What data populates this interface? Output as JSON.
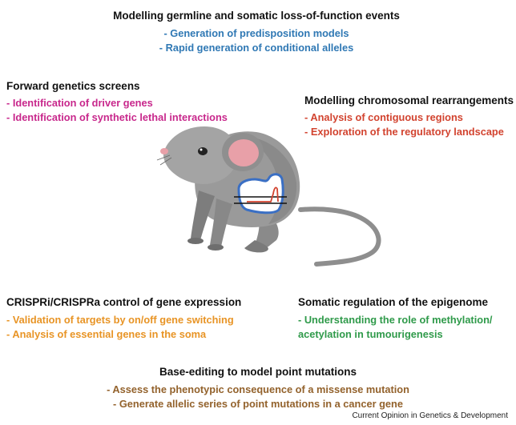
{
  "sections": {
    "germline": {
      "heading": "Modelling germline and somatic loss-of-function events",
      "items": [
        "- Generation of predisposition models",
        "- Rapid generation of conditional alleles"
      ],
      "color": "#2f78b4"
    },
    "forward": {
      "heading": "Forward genetics screens",
      "items": [
        "- Identification of driver genes",
        "- Identification of synthetic lethal interactions"
      ],
      "color": "#c8288c"
    },
    "chromosomal": {
      "heading": "Modelling chromosomal rearrangements",
      "items": [
        "- Analysis of contiguous regions",
        "- Exploration of the regulatory landscape"
      ],
      "color": "#d2432f"
    },
    "crispri": {
      "heading": "CRISPRi/CRISPRa control of gene expression",
      "items": [
        "- Validation of targets by on/off gene switching",
        "- Analysis of essential genes in the soma"
      ],
      "color": "#e89425"
    },
    "epigenome": {
      "heading": "Somatic regulation of the epigenome",
      "items": [
        "- Understanding the role of methylation/",
        "acetylation in tumourigenesis"
      ],
      "color": "#2f9a4a"
    },
    "base_editing": {
      "heading": "Base-editing to model point mutations",
      "items": [
        "- Assess the phenotypic consequence of a missense mutation",
        "- Generate allelic series of point mutations in a cancer gene"
      ],
      "color": "#93622c"
    }
  },
  "footer": "Current Opinion in Genetics & Development"
}
